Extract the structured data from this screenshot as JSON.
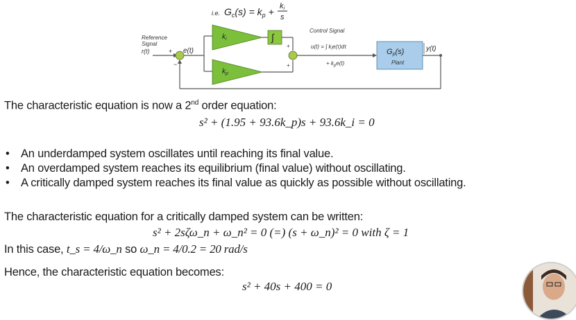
{
  "diagram": {
    "top_formula_prefix": "i.e.",
    "top_formula": "G_c(s) = k_p + k_i / s",
    "labels": {
      "reference_signal": "Reference Signal r(t)",
      "error": "e(t)",
      "ki": "k_i",
      "kp": "k_p",
      "integrator": "∫",
      "control_signal": "Control Signal",
      "control_law": "u(t) = ∫ k_i e(τ)dτ + k_p e(t)",
      "plant_tf": "G_p(s)",
      "plant": "Plant",
      "output": "y(t)"
    },
    "colors": {
      "amplifier_green": "#7bbf3a",
      "integrator_green": "#8dc63f",
      "sum_junction": "#a8c94a",
      "plant_blue": "#a9cdea",
      "lines": "#555555"
    }
  },
  "content": {
    "char_eq_intro_a": "The characteristic equation is now a 2",
    "char_eq_intro_sup": "nd",
    "char_eq_intro_b": " order equation:",
    "char_eq": "s² + (1.95 + 93.6k_p)s + 93.6k_i = 0",
    "bullets": [
      "An underdamped system oscillates until reaching its final value.",
      "An overdamped system reaches its equilibrium (final value) without oscillating.",
      "A critically damped system reaches its final value as quickly as possible without oscillating."
    ],
    "crit_intro": "The characteristic equation for a critically damped system can be written:",
    "crit_eq": "s² + 2sζω_n + ω_n² = 0 (=) (s + ω_n)² = 0 with ζ = 1",
    "case_prefix": "In this case,",
    "ts_eq": "t_s = 4/ω_n",
    "so_word": "so",
    "wn_eq": "ω_n = 4/0.2 = 20 rad/s",
    "hence": "Hence, the characteristic equation becomes:",
    "final_eq": "s² + 40s + 400 = 0"
  }
}
